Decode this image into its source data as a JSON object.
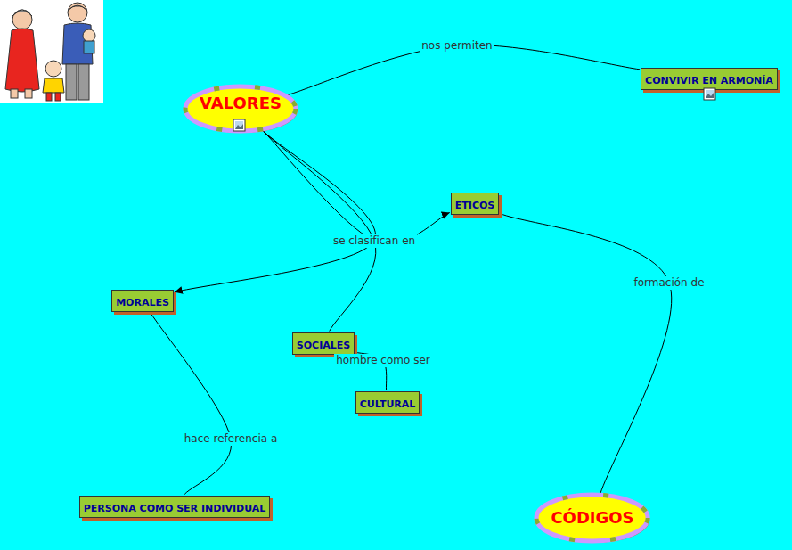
{
  "diagram": {
    "nodes": [
      {
        "text": [
          "VALORES"
        ]
      },
      {
        "text": [
          "CONVIVIR EN ARMONÍA"
        ]
      },
      {
        "text": [
          "ETICOS"
        ]
      },
      {
        "text": [
          "MORALES"
        ]
      },
      {
        "text": [
          "SOCIALES"
        ]
      },
      {
        "text": [
          "CULTURAL"
        ]
      },
      {
        "text": [
          "PERSONA COMO SER INDIVIDUAL"
        ]
      },
      {
        "text": [
          "CÓDIGOS"
        ]
      }
    ],
    "edges": [
      {
        "from": 0,
        "to": 1,
        "label": "nos permiten",
        "arrow": "none"
      },
      {
        "from": 0,
        "to": 3,
        "label": "se clasifican en",
        "arrow": "to"
      },
      {
        "from": 0,
        "to": 2,
        "arrow": "to"
      },
      {
        "from": 0,
        "to": 4,
        "arrow": "none"
      },
      {
        "from": 4,
        "to": 5,
        "label": "hombre como ser",
        "arrow": "none"
      },
      {
        "from": 3,
        "to": 6,
        "label": "hace referencia a",
        "arrow": "none"
      },
      {
        "from": 2,
        "to": 7,
        "label": "formación de",
        "arrow": "none"
      }
    ]
  }
}
